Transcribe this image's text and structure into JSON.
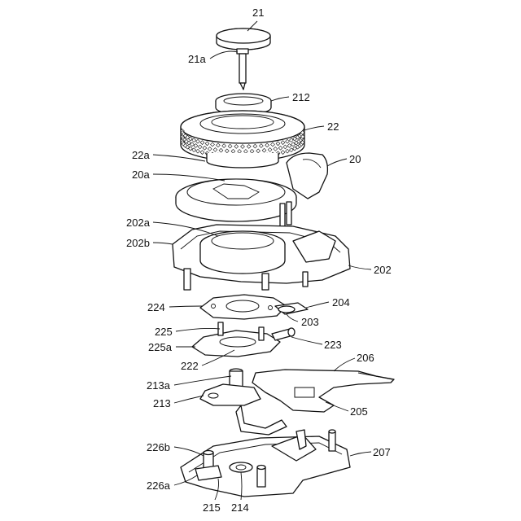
{
  "labels": {
    "l21": "21",
    "l21a": "21a",
    "l212": "212",
    "l22": "22",
    "l22a": "22a",
    "l20": "20",
    "l20a": "20a",
    "l202a": "202a",
    "l202b": "202b",
    "l202": "202",
    "l224": "224",
    "l204": "204",
    "l203": "203",
    "l225": "225",
    "l225a": "225a",
    "l223": "223",
    "l222": "222",
    "l206": "206",
    "l213a": "213a",
    "l213": "213",
    "l205": "205",
    "l226b": "226b",
    "l207": "207",
    "l226a": "226a",
    "l215": "215",
    "l214": "214"
  }
}
